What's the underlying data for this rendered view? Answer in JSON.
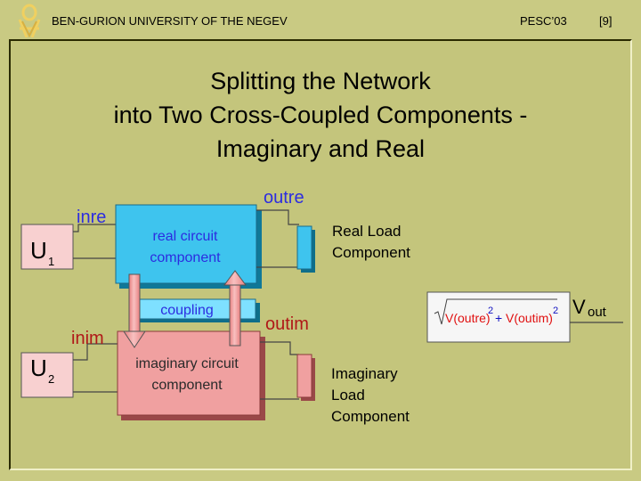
{
  "header": {
    "university": "BEN-GURION UNIVERSITY OF THE NEGEV",
    "conference": "PESC’03",
    "slide_number": "[9]"
  },
  "title": {
    "lines": [
      "Splitting the Network",
      "into Two Cross-Coupled Components -",
      "Imaginary and Real"
    ]
  },
  "diagram": {
    "source_u1": {
      "letter": "U",
      "sub": "1"
    },
    "source_u2": {
      "letter": "U",
      "sub": "2"
    },
    "inre": "inre",
    "inim": "inim",
    "outre": "outre",
    "outim": "outim",
    "real_block": [
      "real circuit",
      "component"
    ],
    "imag_block": [
      "imaginary circuit",
      "component"
    ],
    "coupling": "coupling",
    "real_load_label": [
      "Real Load",
      "Component"
    ],
    "imag_load_label": [
      "Imaginary",
      "Load",
      "Component"
    ],
    "formula": {
      "term1": "V(outre)",
      "exp1": "2",
      "plus": "+",
      "term2": "V(outim)",
      "exp2": "2",
      "output": "V",
      "output_sub": "out"
    }
  },
  "colors": {
    "background": "#c9ca83",
    "real_block": "#3ec4ee",
    "imag_block": "#f0a0a0",
    "label_blue": "#2c2ce0",
    "label_red": "#b01818",
    "formula_red": "#e01010",
    "formula_blue": "#1010c0"
  }
}
